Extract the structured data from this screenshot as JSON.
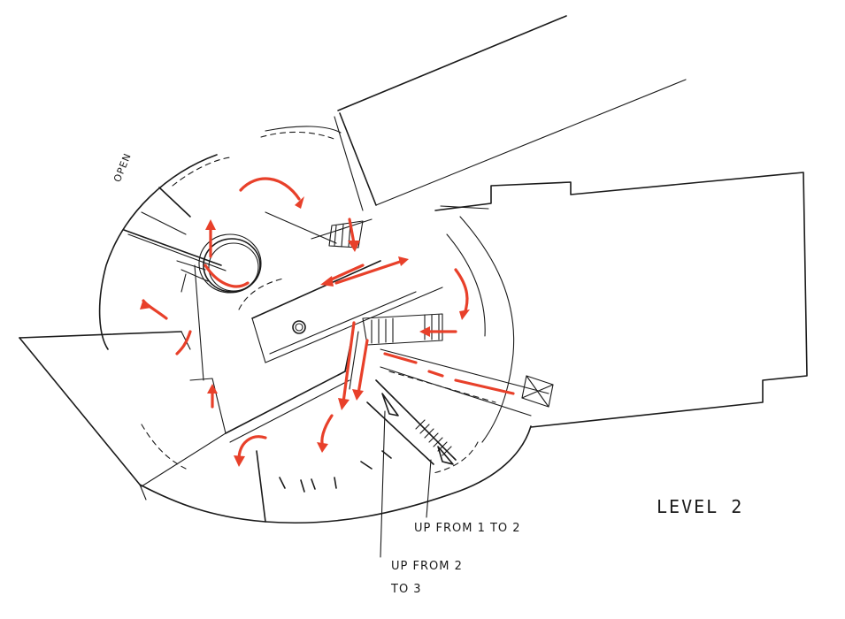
{
  "drawing": {
    "title": "LEVEL 2",
    "labels": {
      "open": "OPEN",
      "up_1_to_2": "UP FROM 1 TO 2",
      "up_2_to_3_line1": "UP FROM 2",
      "up_2_to_3_line2": "TO 3"
    },
    "colors": {
      "ink": "#1a1a1a",
      "circulation_arrows": "#e8402a",
      "paper": "#ffffff"
    }
  }
}
